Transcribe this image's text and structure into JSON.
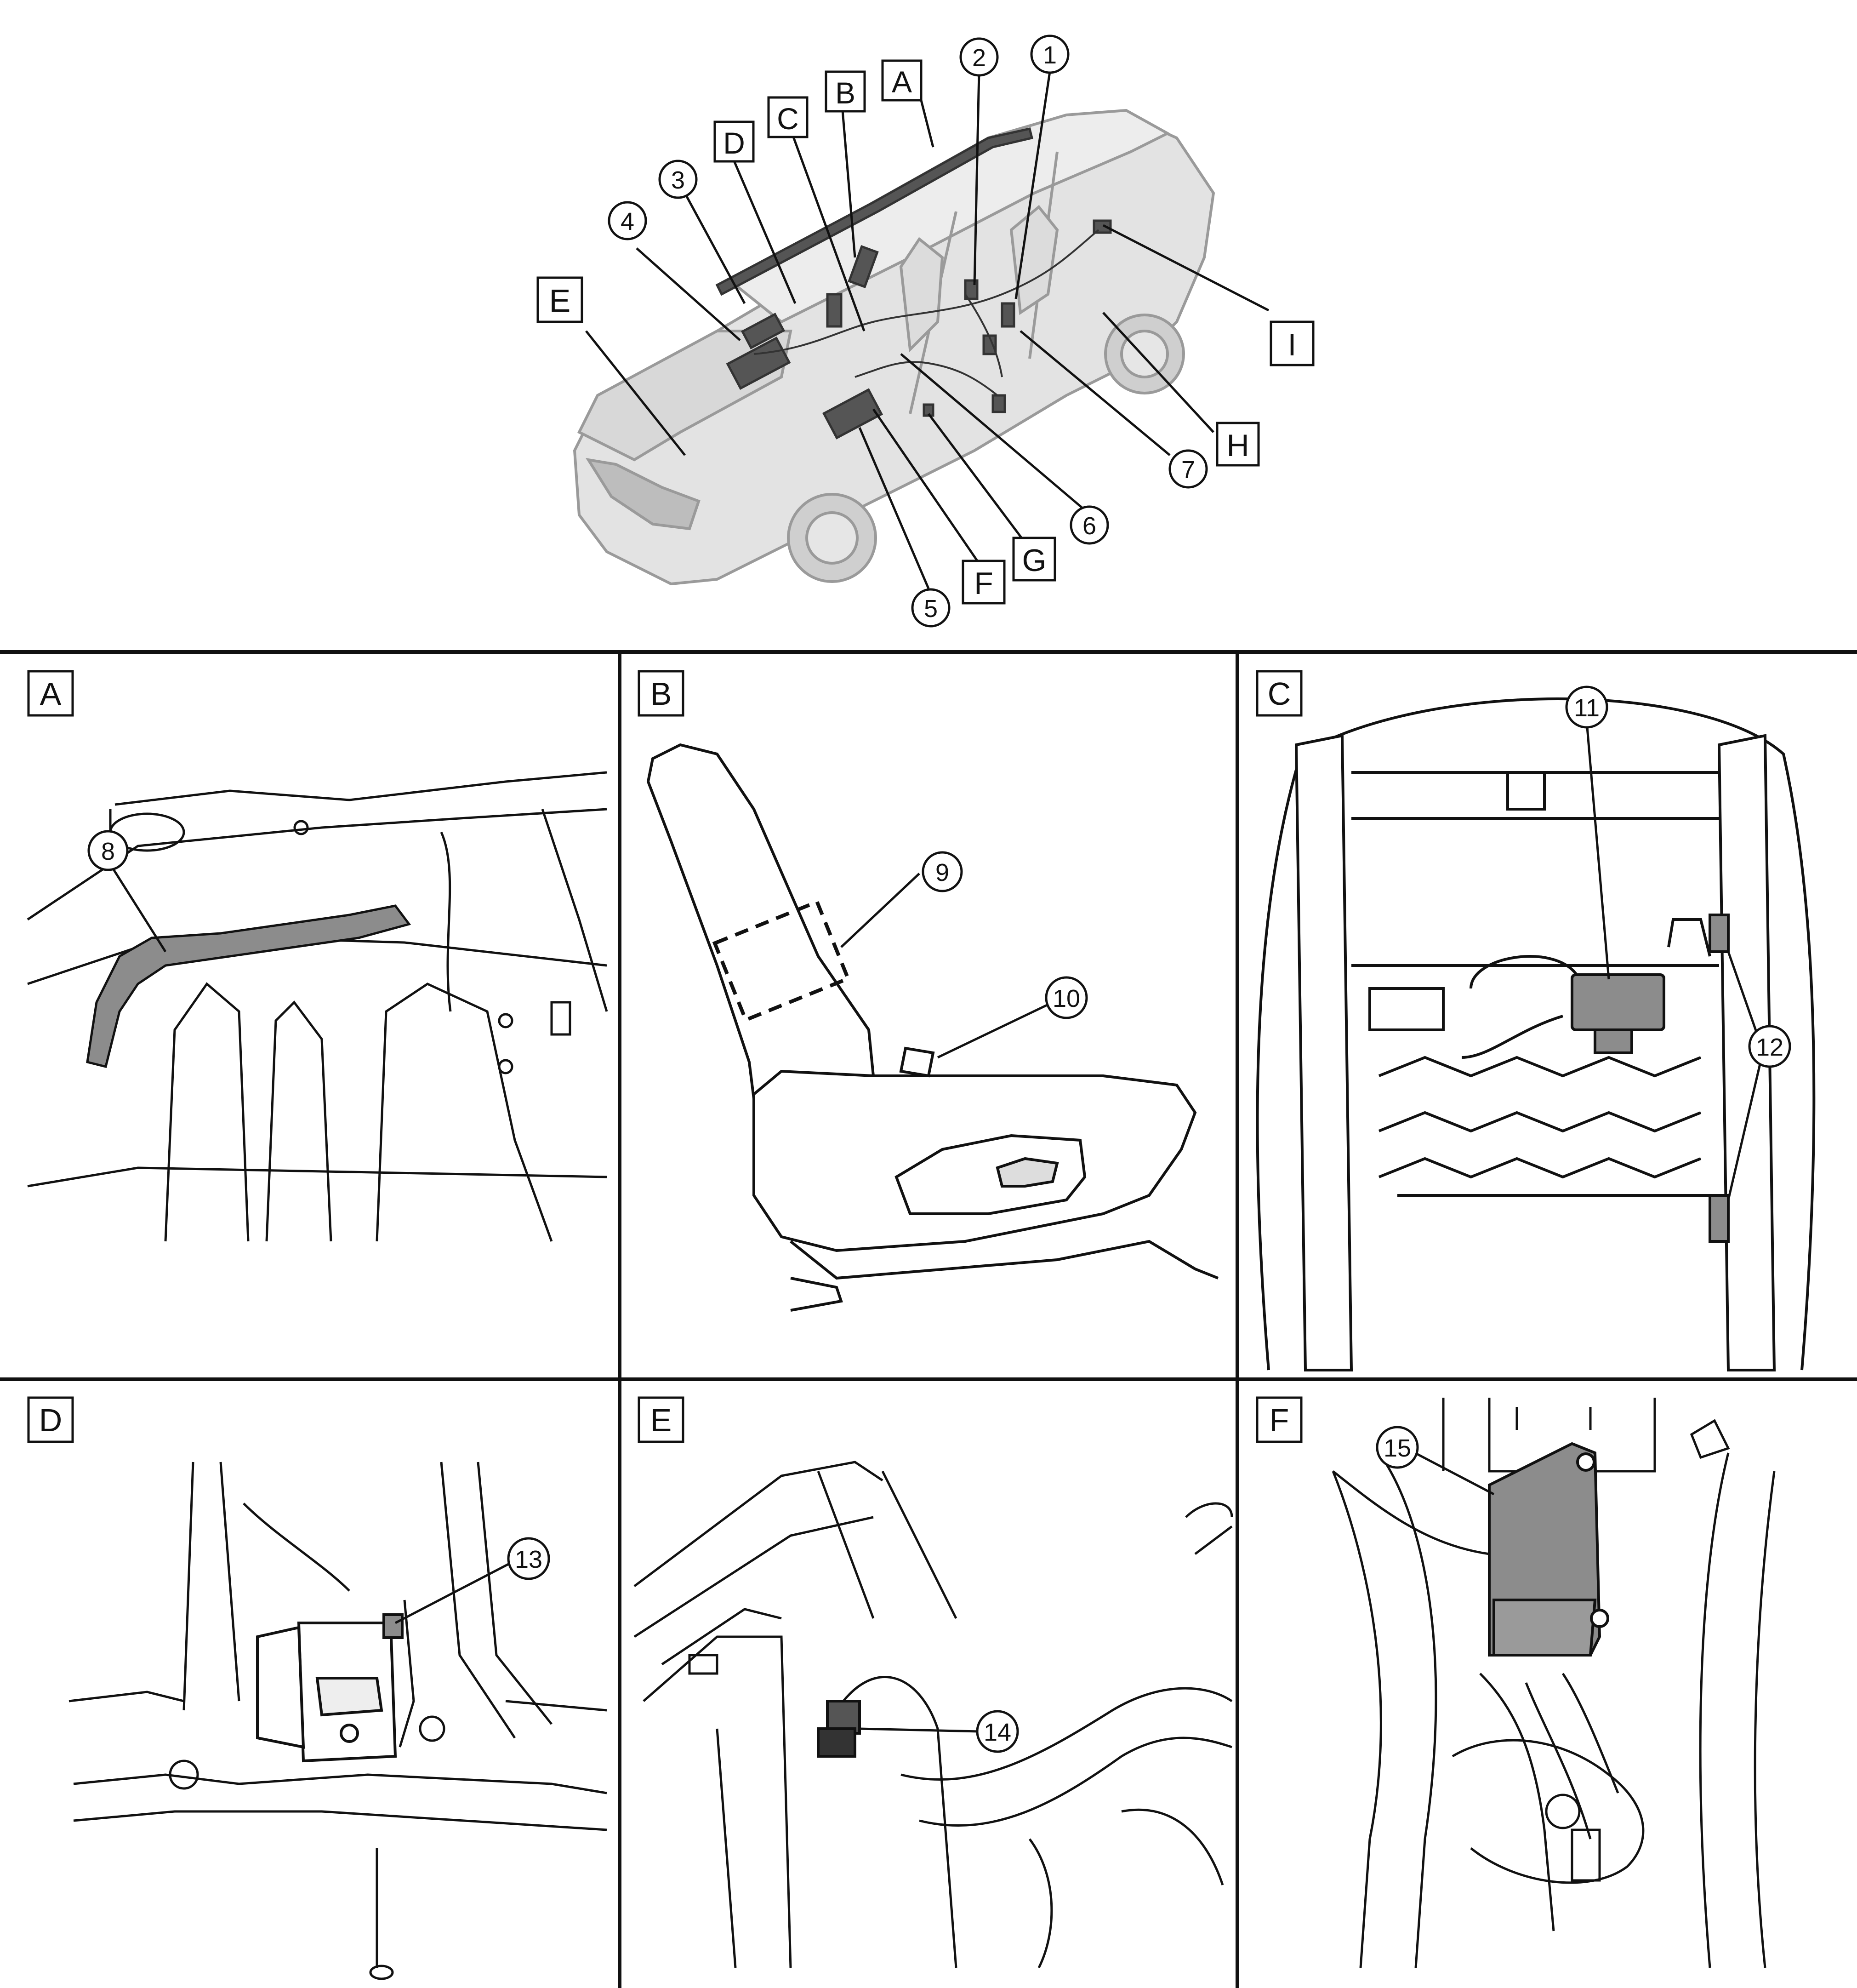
{
  "overview": {
    "letters": [
      "A",
      "B",
      "C",
      "D",
      "E",
      "F",
      "G",
      "H",
      "I"
    ],
    "numbers": [
      "1",
      "2",
      "3",
      "4",
      "5",
      "6",
      "7"
    ]
  },
  "panels": [
    {
      "id": "A",
      "callouts": [
        "8"
      ]
    },
    {
      "id": "B",
      "callouts": [
        "9",
        "10"
      ]
    },
    {
      "id": "C",
      "callouts": [
        "11",
        "12"
      ]
    },
    {
      "id": "D",
      "callouts": [
        "13"
      ]
    },
    {
      "id": "E",
      "callouts": [
        "14"
      ]
    },
    {
      "id": "F",
      "callouts": [
        "15"
      ]
    }
  ],
  "colors": {
    "line": "#111111",
    "vehicle_fill": "#d9d9d9",
    "component_fill": "#9a9a9a",
    "highlight_fill": "#8c8c8c"
  }
}
